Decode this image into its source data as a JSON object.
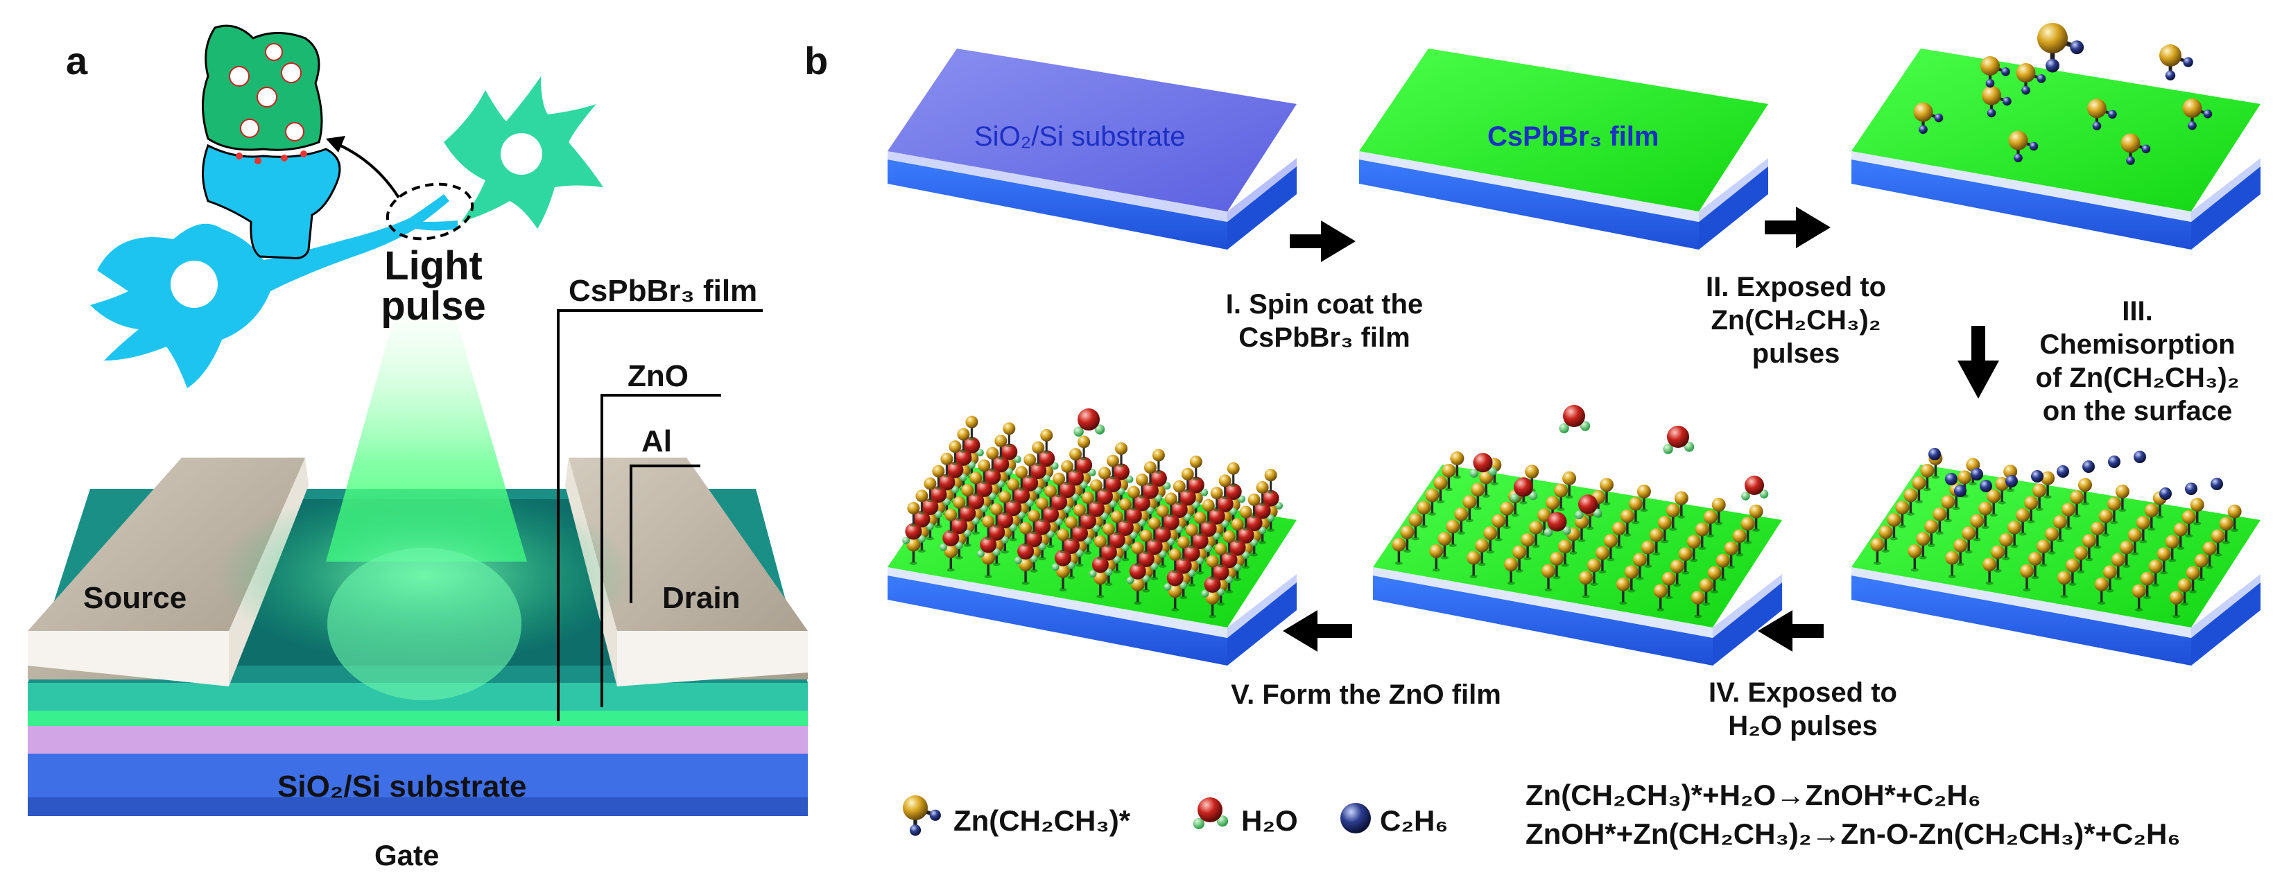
{
  "panel_a": {
    "label": "a",
    "light_pulse_line1": "Light",
    "light_pulse_line2": "pulse",
    "layer_cspbbr3": "CsPbBr₃ film",
    "layer_zno": "ZnO",
    "layer_al": "Al",
    "source": "Source",
    "drain": "Drain",
    "substrate": "SiO₂/Si substrate",
    "gate": "Gate"
  },
  "panel_b": {
    "label": "b",
    "tile1_text": "SiO₂/Si substrate",
    "tile2_text": "CsPbBr₃ film",
    "step1_line1": "I. Spin coat the",
    "step1_line2": "CsPbBr₃ film",
    "step2_line1": "II. Exposed to",
    "step2_line2": "Zn(CH₂CH₃)₂",
    "step2_line3": "pulses",
    "step3_line1": "III.",
    "step3_line2": "Chemisorption",
    "step3_line3": "of Zn(CH₂CH₃)₂",
    "step3_line4": "on the surface",
    "step4_line1": "IV. Exposed to",
    "step4_line2": "H₂O pulses",
    "step5_line1": "V. Form the ZnO film"
  },
  "legend": {
    "item1": "Zn(CH₂CH₃)*",
    "item2": "H₂O",
    "item3": "C₂H₆"
  },
  "equations": {
    "eq1": "Zn(CH₂CH₃)*+H₂O→ZnOH*+C₂H₆",
    "eq2": "ZnOH*+Zn(CH₂CH₃)₂→Zn-O-Zn(CH₂CH₃)*+C₂H₆"
  },
  "colors": {
    "film_green": "#22ee22",
    "substrate_blue": "#2f6fe8",
    "substrate_purple": "#6a6cf0",
    "neuron_blue": "#1ec4f0",
    "neuron_green": "#2fd8a0",
    "electrode": "#bdb3a4",
    "text_blue": "#1d2fc4"
  }
}
